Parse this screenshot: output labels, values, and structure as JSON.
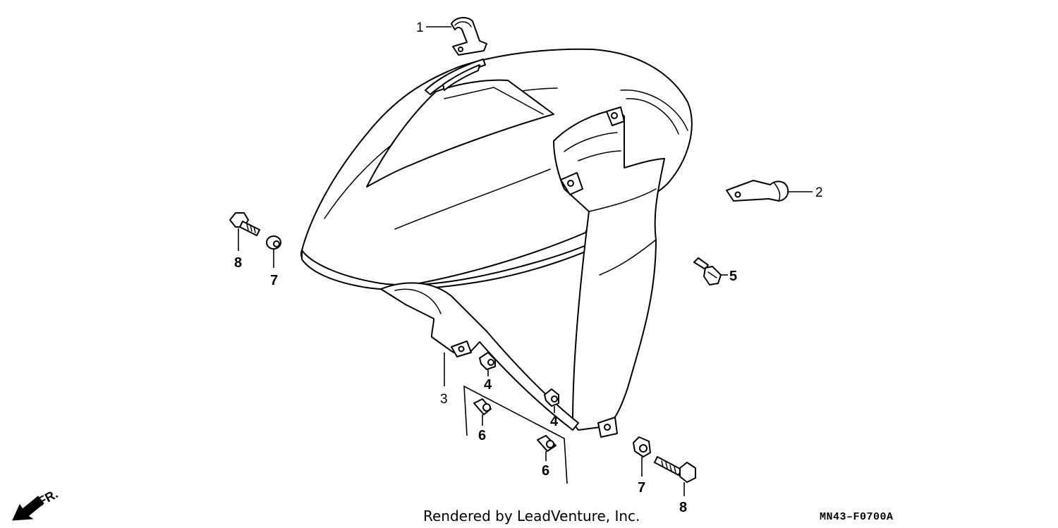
{
  "callouts": {
    "c1": "1",
    "c2": "2",
    "c3": "3",
    "c4a": "4",
    "c4b": "4",
    "c5": "5",
    "c6a": "6",
    "c6b": "6",
    "c7a": "7",
    "c7b": "7",
    "c8a": "8",
    "c8b": "8"
  },
  "front_indicator": "FR.",
  "footer": {
    "credit": "Rendered by LeadVenture, Inc.",
    "diagram_code": "MN43–F0700A"
  }
}
